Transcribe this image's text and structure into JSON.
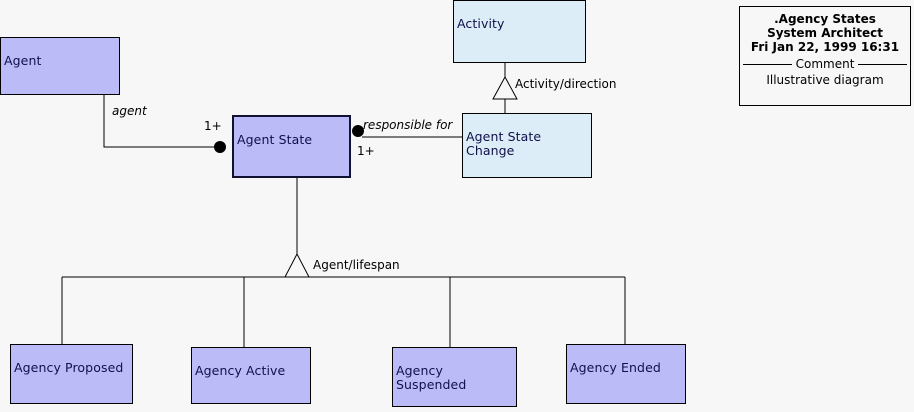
{
  "diagram": {
    "kind": "uml-class-diagram",
    "background_color": "#f7f7f7",
    "class_fill_lavender": "#bbbbf8",
    "class_fill_blue": "#dcedf7",
    "line_color": "#000000",
    "classes": [
      {
        "id": "agent",
        "name": "Agent"
      },
      {
        "id": "agent-state",
        "name": "Agent State"
      },
      {
        "id": "activity",
        "name": "Activity"
      },
      {
        "id": "agent-state-change",
        "name": "Agent State\nChange"
      },
      {
        "id": "agency-proposed",
        "name": "Agency Proposed"
      },
      {
        "id": "agency-active",
        "name": "Agency Active"
      },
      {
        "id": "agency-suspended",
        "name": "Agency Suspended"
      },
      {
        "id": "agency-ended",
        "name": "Agency Ended"
      }
    ],
    "associations": [
      {
        "id": "agent-to-agent-state",
        "role": "agent",
        "multiplicity": "1+"
      },
      {
        "id": "agent-state-to-change",
        "role": "responsible for",
        "multiplicity": "1+"
      }
    ],
    "generalizations": [
      {
        "id": "activity-direction",
        "label": "Activity/direction"
      },
      {
        "id": "agent-lifespan",
        "label": "Agent/lifespan"
      }
    ]
  },
  "title_block": {
    "name": ".Agency States",
    "tool": "System Architect",
    "timestamp": "Fri Jan 22, 1999  16:31",
    "section_caption": "Comment",
    "comment": "Illustrative diagram"
  }
}
